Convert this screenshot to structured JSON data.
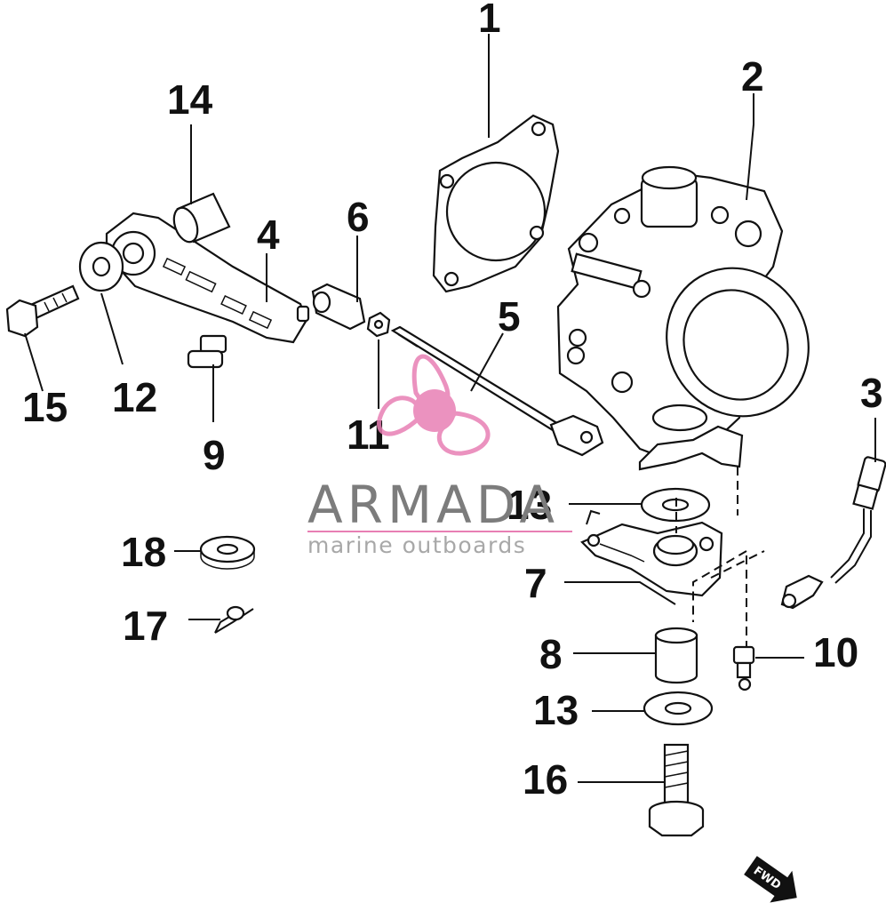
{
  "watermark": {
    "brand": "ARMADA",
    "subtitle": "marine outboards",
    "accent_color": "#e87fb4"
  },
  "part_numbers": {
    "p1": "1",
    "p2": "2",
    "p3": "3",
    "p4": "4",
    "p5": "5",
    "p6": "6",
    "p7": "7",
    "p8": "8",
    "p9": "9",
    "p10": "10",
    "p11": "11",
    "p12": "12",
    "p13a": "13",
    "p13b": "13",
    "p14": "14",
    "p15": "15",
    "p16": "16",
    "p17": "17",
    "p18": "18"
  },
  "forward_indicator": "FWD"
}
